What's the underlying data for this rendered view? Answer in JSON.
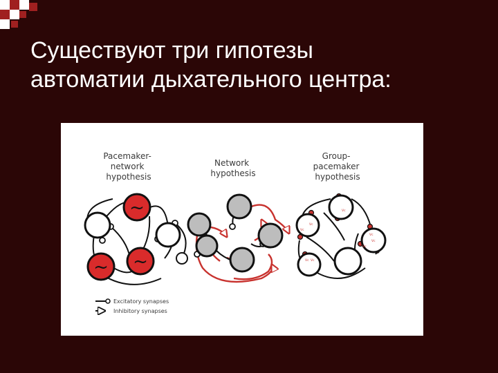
{
  "slide": {
    "title_line1": "Существуют три гипотезы",
    "title_line2": "автоматии дыхательного центра:"
  },
  "figure": {
    "panels": [
      {
        "heading": [
          "Pacemaker-",
          "network",
          "hypothesis"
        ]
      },
      {
        "heading": [
          "Network",
          "hypothesis"
        ]
      },
      {
        "heading": [
          "Group-",
          "pacemaker",
          "hypothesis"
        ]
      }
    ],
    "legend": {
      "excitatory": "Excitatory synapses",
      "inhibitory": "Inhibitory synapses"
    },
    "pacemaker_symbol": "~",
    "panel3_small_marks": [
      "Vc",
      "Vc",
      "Vc",
      "Vc",
      "Vc",
      "Vc",
      "Vc",
      "Vc"
    ]
  },
  "colors": {
    "background": "#2b0606",
    "pacemaker_red": "#d92b2b",
    "inhibitory_red": "#c8322e",
    "network_gray": "#bdbdbd",
    "corner_white": "#ffffff",
    "corner_red": "#a02020"
  }
}
